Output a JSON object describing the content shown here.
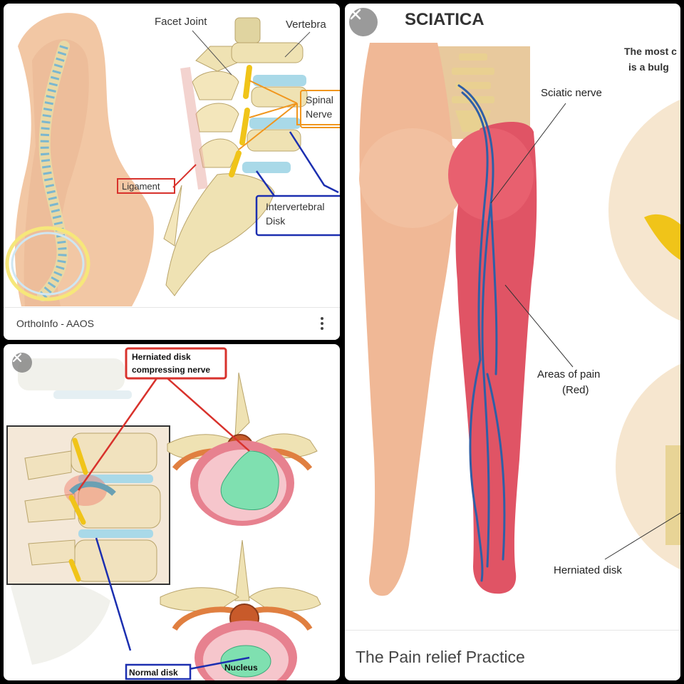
{
  "colors": {
    "skin": "#f2c7a4",
    "skin_shadow": "#e4a98a",
    "pain_red": "#e05465",
    "nerve_blue": "#2f5fa6",
    "bone": "#efe2b3",
    "disc_blue": "#a9d9e8",
    "nerve_yellow": "#f0c419",
    "label_red": "#d8322c",
    "label_orange": "#f0961e",
    "label_blue": "#1c2fb0",
    "halo": "#f6e77a"
  },
  "card_top_left": {
    "labels": {
      "facet_joint": "Facet Joint",
      "vertebra": "Vertebra",
      "spinal_nerve_line1": "Spinal",
      "spinal_nerve_line2": "Nerve",
      "ligament": "Ligament",
      "disk_line1": "Intervertebral",
      "disk_line2": "Disk"
    },
    "source": "OrthoInfo - AAOS",
    "more_icon": "more-vert-icon"
  },
  "card_bottom_left": {
    "labels": {
      "herniated_line1": "Herniated disk",
      "herniated_line2": "compressing nerve",
      "normal_disk": "Normal disk",
      "nucleus": "Nucleus"
    },
    "close_icon": "close-icon"
  },
  "card_right": {
    "title": "SCIATICA",
    "labels": {
      "sciatic_nerve": "Sciatic nerve",
      "areas_of_pain_line1": "Areas of pain",
      "areas_of_pain_line2": "(Red)",
      "herniated_disk": "Herniated disk",
      "cut_line1": "The most c",
      "cut_line2": "is a bulg"
    },
    "source": "The Pain relief Practice",
    "close_icon": "close-icon"
  }
}
